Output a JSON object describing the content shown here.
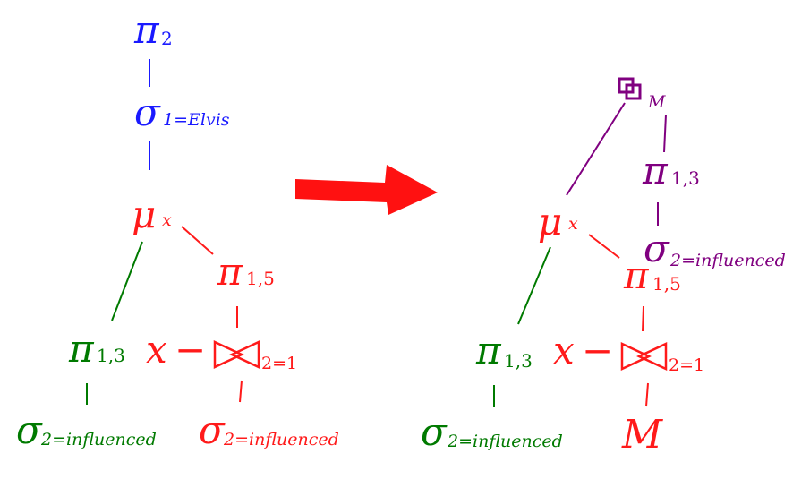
{
  "colors": {
    "blue": "#1a1aff",
    "red": "#ff1a1a",
    "green": "#007a00",
    "purple": "#800080",
    "arrow": "#ff1111"
  },
  "left_tree": {
    "pi_top": {
      "symbol": "π",
      "sub": "2"
    },
    "sigma_top": {
      "symbol": "σ",
      "sub": "1=Elvis"
    },
    "mu": {
      "symbol": "μ",
      "sub": "x"
    },
    "pi_right": {
      "symbol": "π",
      "sub": "1,5"
    },
    "pi_left": {
      "symbol": "π",
      "sub": "1,3"
    },
    "x_var": "x",
    "dash": "−",
    "join_sub": "2=1",
    "sigma_left": {
      "symbol": "σ",
      "sub": "2=influenced"
    },
    "sigma_right": {
      "symbol": "σ",
      "sub": "2=influenced"
    }
  },
  "right_tree": {
    "union": {
      "sub": "M"
    },
    "pi_purple": {
      "symbol": "π",
      "sub": "1,3"
    },
    "sigma_purple": {
      "symbol": "σ",
      "sub": "2=influenced"
    },
    "mu": {
      "symbol": "μ",
      "sub": "x"
    },
    "pi_red": {
      "symbol": "π",
      "sub": "1,5"
    },
    "pi_green": {
      "symbol": "π",
      "sub": "1,3"
    },
    "x_var": "x",
    "dash": "−",
    "join_sub": "2=1",
    "sigma_green": {
      "symbol": "σ",
      "sub": "2=influenced"
    },
    "m_leaf": "M"
  }
}
